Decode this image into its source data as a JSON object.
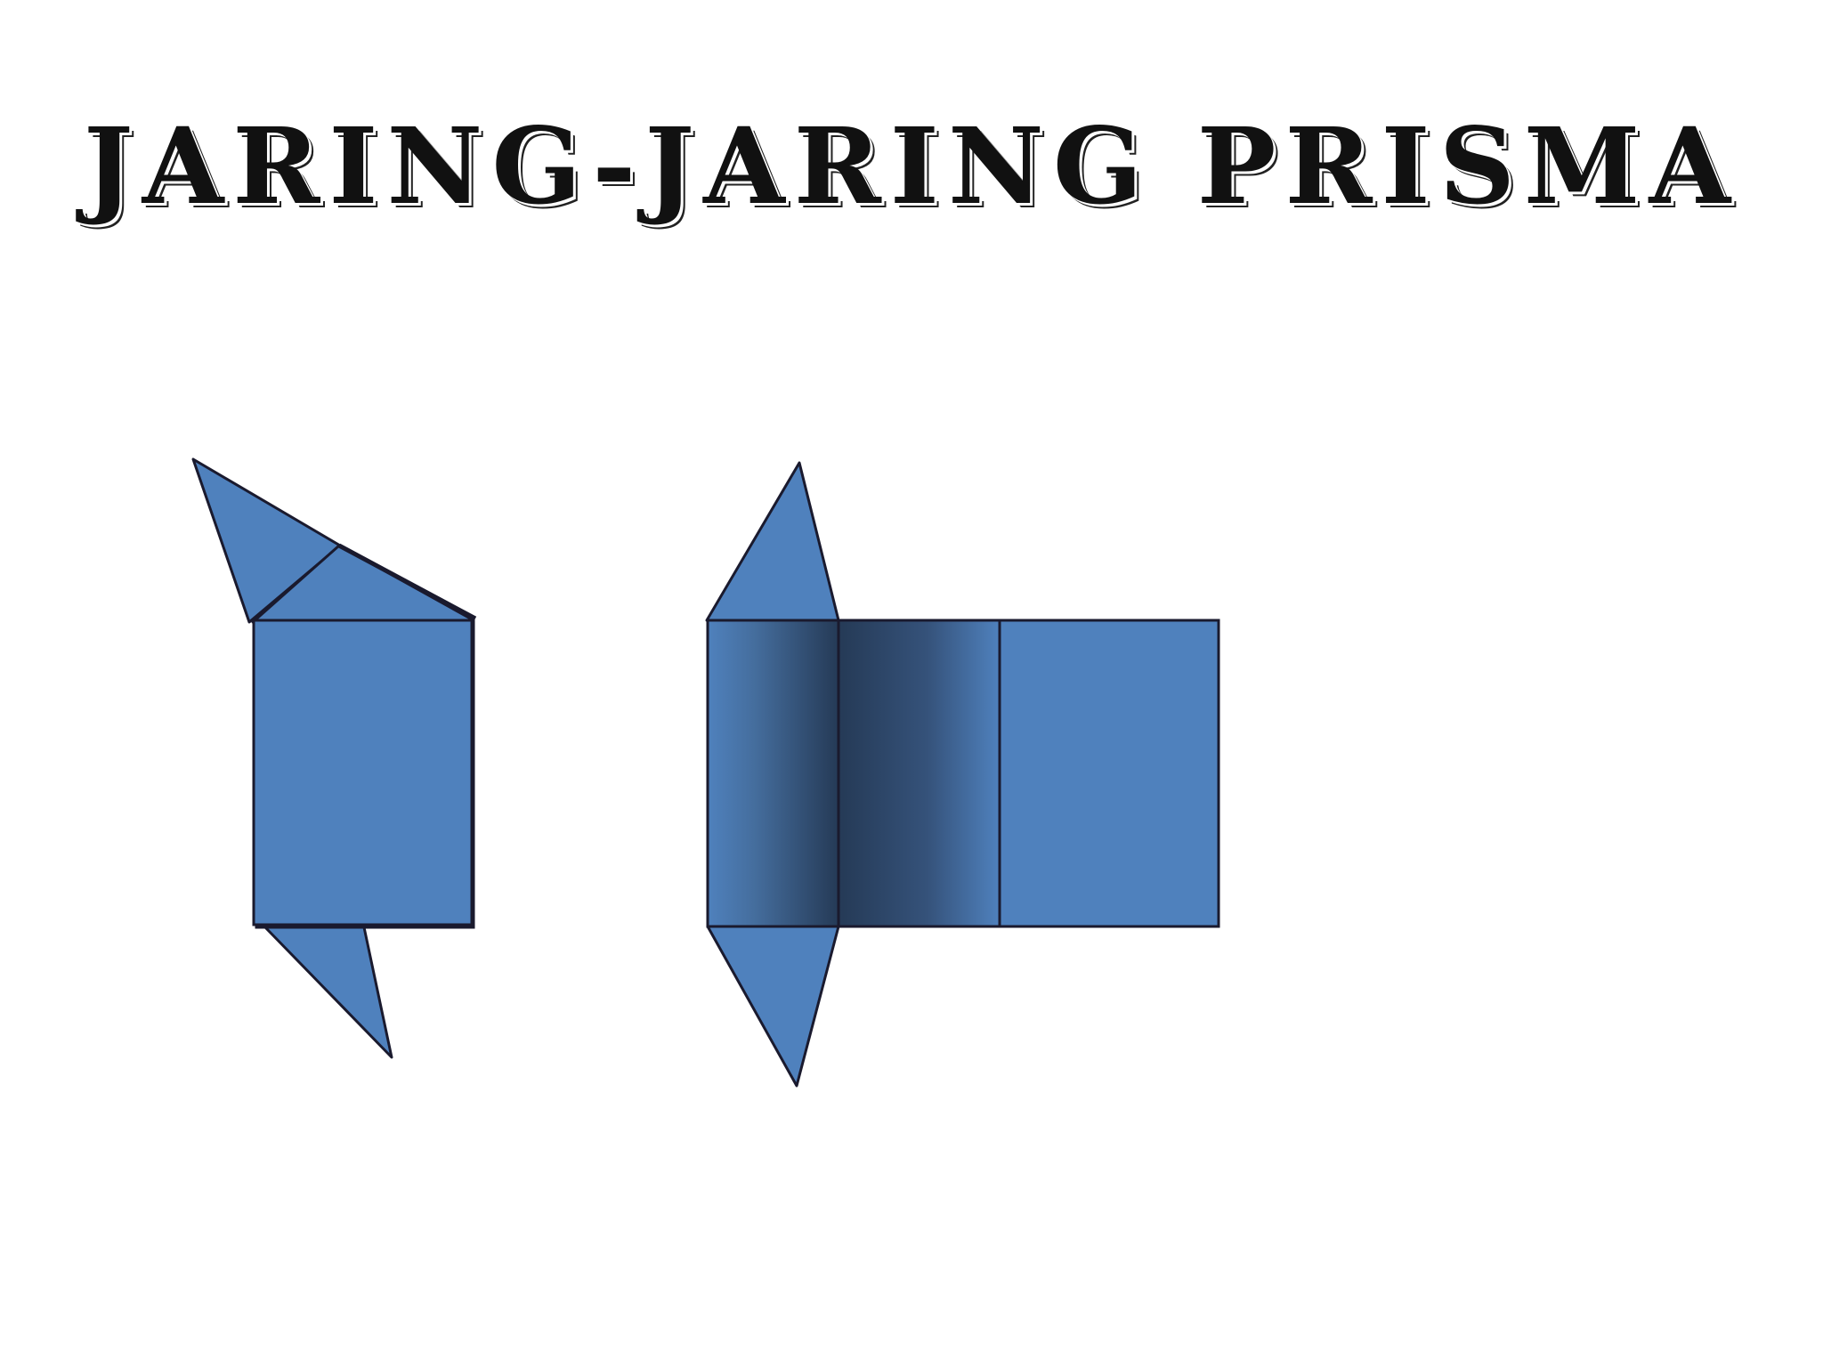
{
  "title": "Jaring-jaring prisma",
  "colors": {
    "face_fill": "#4F81BD",
    "face_shade": "#253A56",
    "stroke": "#1A1A2E",
    "background": "#FFFFFF"
  },
  "nets": [
    {
      "name": "net-a",
      "faces": [
        "triangle-left",
        "triangle-top",
        "rectangle-body",
        "triangle-bottom"
      ]
    },
    {
      "name": "net-b",
      "faces": [
        "triangle-top",
        "triangle-bottom",
        "rectangle-shaded-1",
        "rectangle-shaded-2",
        "rectangle-plain"
      ]
    }
  ]
}
